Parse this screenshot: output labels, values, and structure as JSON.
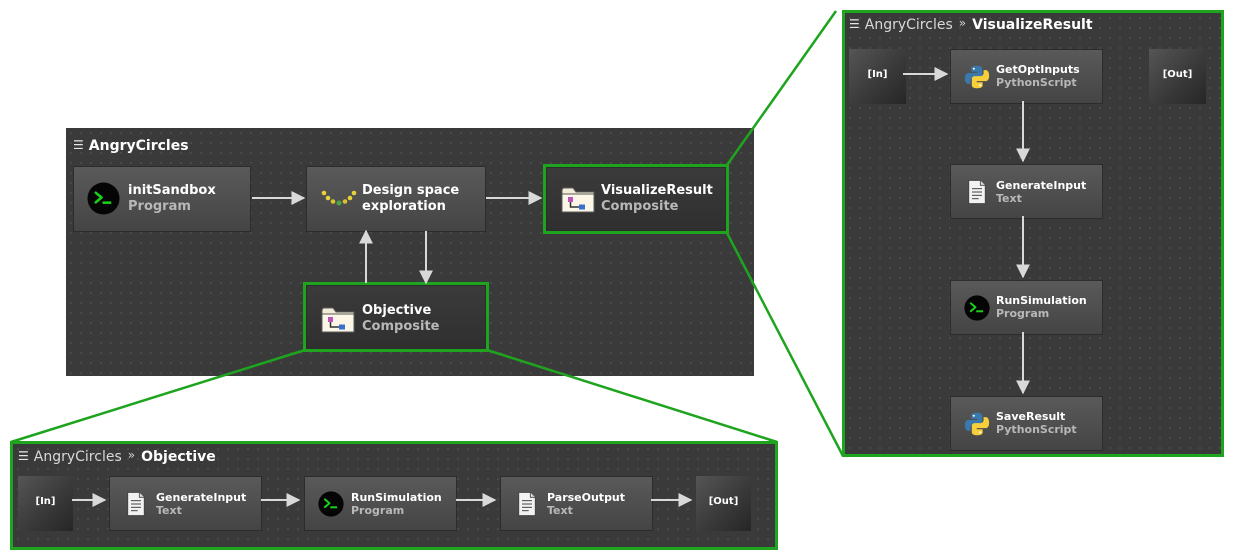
{
  "colors": {
    "accent": "#1ea41e",
    "panel": "#3a3a3a",
    "edge": "#d9d9d9"
  },
  "main": {
    "title": "AngryCircles",
    "nodes": {
      "init": {
        "title": "initSandbox",
        "type": "Program",
        "icon": "terminal-icon"
      },
      "dse": {
        "title_line1": "Design space",
        "title_line2": "exploration",
        "icon": "design-space-icon"
      },
      "visualize": {
        "title": "VisualizeResult",
        "type": "Composite",
        "icon": "composite-folder-icon"
      },
      "objective": {
        "title": "Objective",
        "type": "Composite",
        "icon": "composite-folder-icon"
      }
    }
  },
  "visualize_panel": {
    "crumb": "AngryCircles",
    "separator": "»",
    "current": "VisualizeResult",
    "in_port": "[In]",
    "out_port": "[Out]",
    "nodes": [
      {
        "title": "GetOptInputs",
        "type": "PythonScript",
        "icon": "python-icon"
      },
      {
        "title": "GenerateInput",
        "type": "Text",
        "icon": "text-document-icon"
      },
      {
        "title": "RunSimulation",
        "type": "Program",
        "icon": "terminal-icon"
      },
      {
        "title": "SaveResult",
        "type": "PythonScript",
        "icon": "python-icon"
      }
    ]
  },
  "objective_panel": {
    "crumb": "AngryCircles",
    "separator": "»",
    "current": "Objective",
    "in_port": "[In]",
    "out_port": "[Out]",
    "nodes": [
      {
        "title": "GenerateInput",
        "type": "Text",
        "icon": "text-document-icon"
      },
      {
        "title": "RunSimulation",
        "type": "Program",
        "icon": "terminal-icon"
      },
      {
        "title": "ParseOutput",
        "type": "Text",
        "icon": "text-document-icon"
      }
    ]
  }
}
